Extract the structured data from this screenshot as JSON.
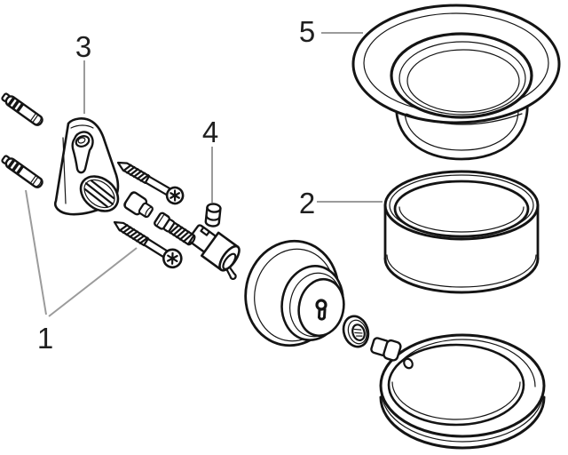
{
  "diagram": {
    "colors": {
      "bg": "#ffffff",
      "ink": "#141414",
      "leader": "#9b9b9b",
      "label": "#1f1f1f"
    },
    "labels": [
      {
        "id": "1",
        "text": "1"
      },
      {
        "id": "2",
        "text": "2"
      },
      {
        "id": "3",
        "text": "3"
      },
      {
        "id": "4",
        "text": "4"
      },
      {
        "id": "5",
        "text": "5"
      }
    ],
    "parts": [
      {
        "label": "1",
        "name": "fixing-set-wall-plugs-and-screws"
      },
      {
        "label": "2",
        "name": "spacer-ring"
      },
      {
        "label": "3",
        "name": "wall-bracket"
      },
      {
        "label": "4",
        "name": "buffer-pin"
      },
      {
        "label": "5",
        "name": "dish-insert"
      }
    ]
  }
}
